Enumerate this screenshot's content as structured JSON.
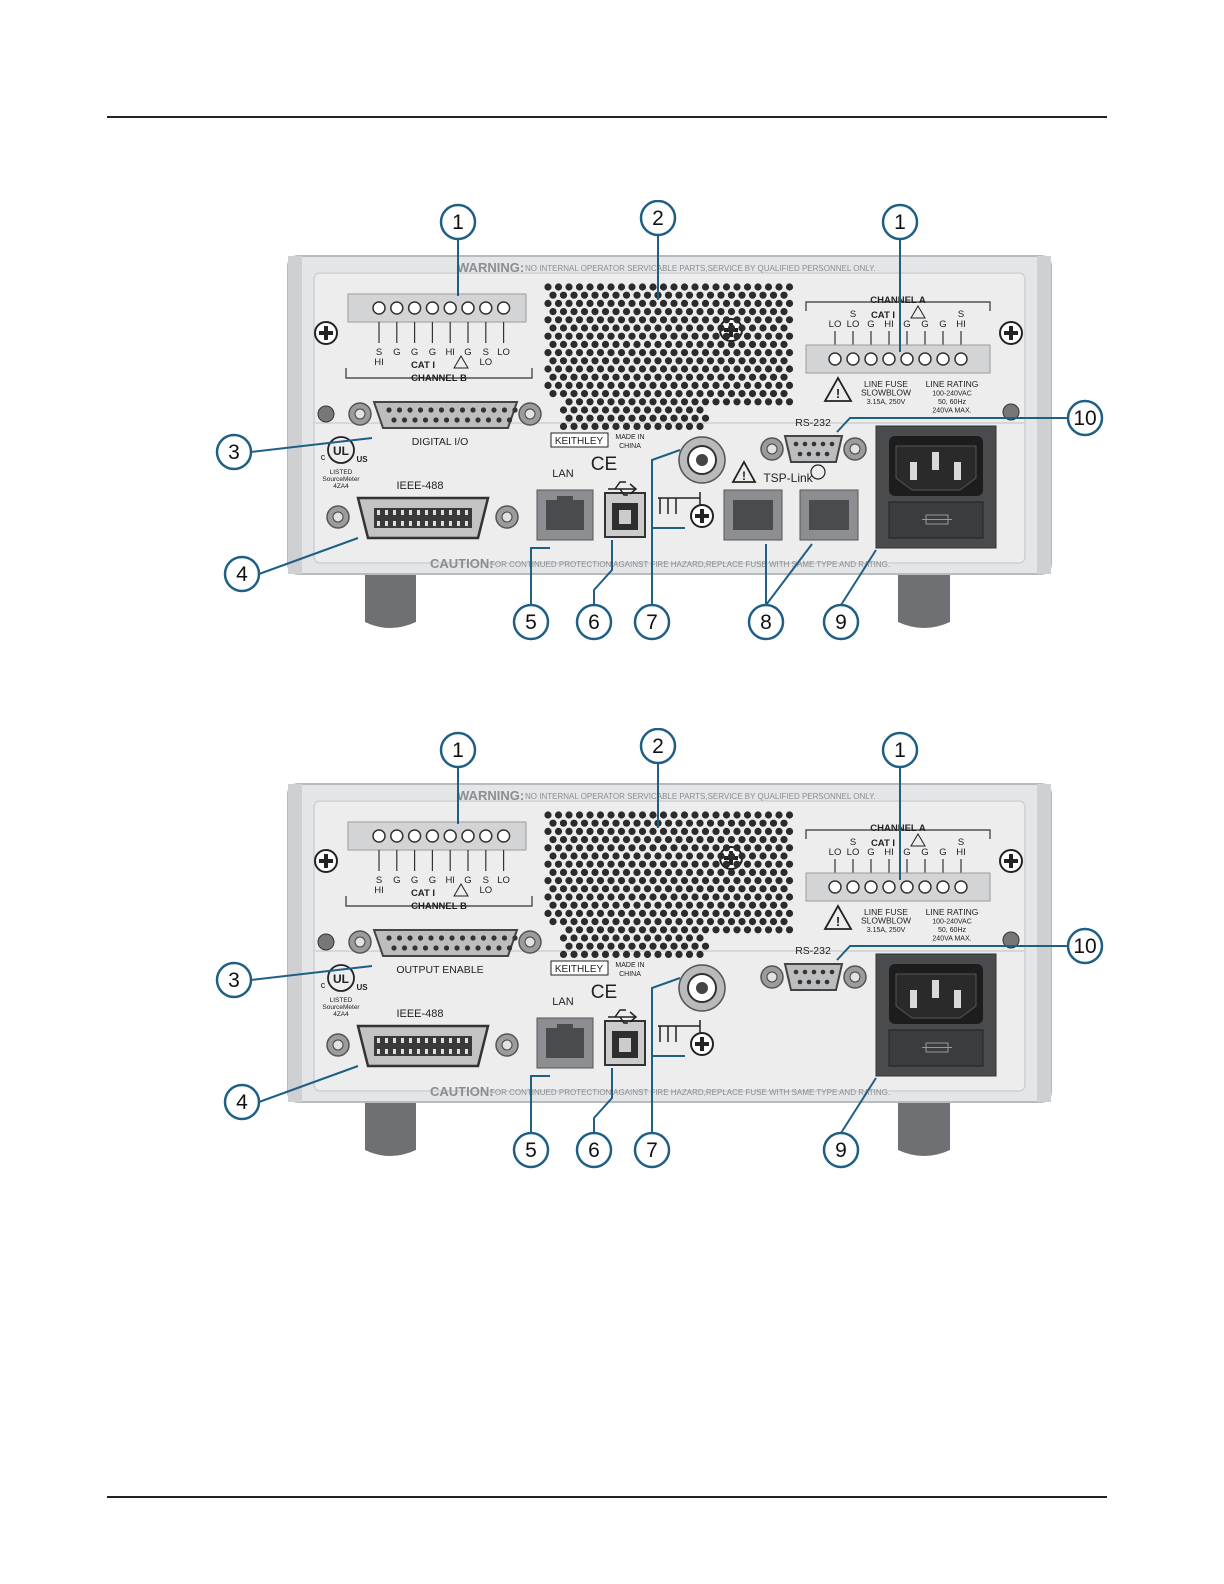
{
  "figures": [
    {
      "id": "rear-panel-a",
      "warning_title": "WARNING:",
      "warning_text": "NO INTERNAL OPERATOR SERVICABLE PARTS,SERVICE BY QUALIFIED PERSONNEL ONLY.",
      "caution_title": "CAUTION:",
      "caution_text": "FOR CONTINUED PROTECTION AGAINST FIRE HAZARD,REPLACE FUSE WITH SAME TYPE AND RATING.",
      "channel_b": {
        "title": "CHANNEL B",
        "cat": "CAT I",
        "pins": [
          [
            "S",
            "HI"
          ],
          [
            "G",
            ""
          ],
          [
            "G",
            ""
          ],
          [
            "G",
            ""
          ],
          [
            "HI",
            ""
          ],
          [
            "G",
            ""
          ],
          [
            "S",
            "LO"
          ],
          [
            "LO",
            ""
          ]
        ]
      },
      "channel_a": {
        "title": "CHANNEL A",
        "cat": "CAT I",
        "pins": [
          [
            "LO",
            ""
          ],
          [
            "LO",
            "S"
          ],
          [
            "G",
            ""
          ],
          [
            "HI",
            ""
          ],
          [
            "G",
            ""
          ],
          [
            "G",
            ""
          ],
          [
            "G",
            ""
          ],
          [
            "HI",
            "S"
          ]
        ]
      },
      "digital_label": "DIGITAL I/O",
      "ul": {
        "mark": "UL",
        "c": "c",
        "us": "US",
        "listed": "LISTED",
        "model": "SourceMeter",
        "code": "4ZA4"
      },
      "ieee": "IEEE-488",
      "lan": "LAN",
      "ce": "CE",
      "brand": "KEITHLEY",
      "made_in": [
        "MADE IN",
        "CHINA"
      ],
      "tsp": "TSP-Link",
      "rs232": "RS-232",
      "fuse": [
        "LINE FUSE",
        "SLOWBLOW",
        "3.15A, 250V"
      ],
      "rating": [
        "LINE RATING",
        "100-240VAC",
        "50, 60Hz",
        "240VA MAX."
      ],
      "callouts": [
        "1",
        "2",
        "1",
        "3",
        "4",
        "5",
        "6",
        "7",
        "8",
        "9",
        "10"
      ]
    },
    {
      "id": "rear-panel-b",
      "warning_title": "WARNING:",
      "warning_text": "NO INTERNAL OPERATOR SERVICABLE PARTS,SERVICE BY QUALIFIED PERSONNEL ONLY.",
      "caution_title": "CAUTION:",
      "caution_text": "FOR CONTINUED PROTECTION AGAINST FIRE HAZARD,REPLACE FUSE WITH SAME TYPE AND RATING.",
      "channel_b": {
        "title": "CHANNEL B",
        "cat": "CAT I",
        "pins": [
          [
            "S",
            "HI"
          ],
          [
            "G",
            ""
          ],
          [
            "G",
            ""
          ],
          [
            "G",
            ""
          ],
          [
            "HI",
            ""
          ],
          [
            "G",
            ""
          ],
          [
            "S",
            "LO"
          ],
          [
            "LO",
            ""
          ]
        ]
      },
      "channel_a": {
        "title": "CHANNEL A",
        "cat": "CAT I",
        "pins": [
          [
            "LO",
            ""
          ],
          [
            "LO",
            "S"
          ],
          [
            "G",
            ""
          ],
          [
            "HI",
            ""
          ],
          [
            "G",
            ""
          ],
          [
            "G",
            ""
          ],
          [
            "G",
            ""
          ],
          [
            "HI",
            "S"
          ]
        ]
      },
      "digital_label": "OUTPUT ENABLE",
      "ul": {
        "mark": "UL",
        "c": "c",
        "us": "US",
        "listed": "LISTED",
        "model": "SourceMeter",
        "code": "4ZA4"
      },
      "ieee": "IEEE-488",
      "lan": "LAN",
      "ce": "CE",
      "brand": "KEITHLEY",
      "made_in": [
        "MADE IN",
        "CHINA"
      ],
      "tsp": "",
      "rs232": "RS-232",
      "fuse": [
        "LINE FUSE",
        "SLOWBLOW",
        "3.15A, 250V"
      ],
      "rating": [
        "LINE RATING",
        "100-240VAC",
        "50, 60Hz",
        "240VA MAX."
      ],
      "callouts": [
        "1",
        "2",
        "1",
        "3",
        "4",
        "5",
        "6",
        "7",
        "9",
        "10"
      ]
    }
  ],
  "colors": {
    "callout": "#1f5f85",
    "panel": "#e4e5e6",
    "panel_edge": "#b8babd",
    "dark": "#2b2b2b"
  }
}
